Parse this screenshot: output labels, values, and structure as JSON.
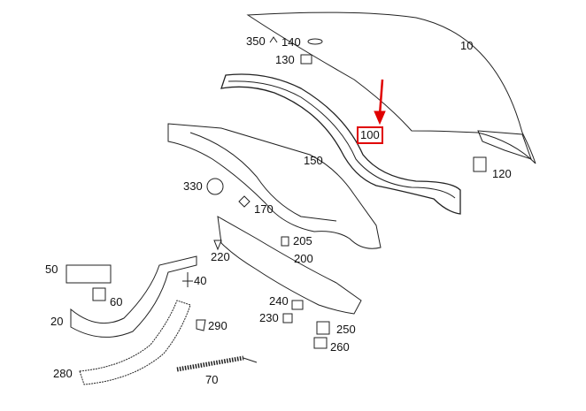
{
  "diagram": {
    "highlight_color": "#e00000",
    "selected_part": "100",
    "part_labels": {
      "p350": "350",
      "p140": "140",
      "p130": "130",
      "p10": "10",
      "p100": "100",
      "p120": "120",
      "p150": "150",
      "p330": "330",
      "p170": "170",
      "p205": "205",
      "p220": "220",
      "p200": "200",
      "p50": "50",
      "p40": "40",
      "p60": "60",
      "p20": "20",
      "p240": "240",
      "p230": "230",
      "p250": "250",
      "p290": "290",
      "p260": "260",
      "p280": "280",
      "p70": "70"
    }
  }
}
